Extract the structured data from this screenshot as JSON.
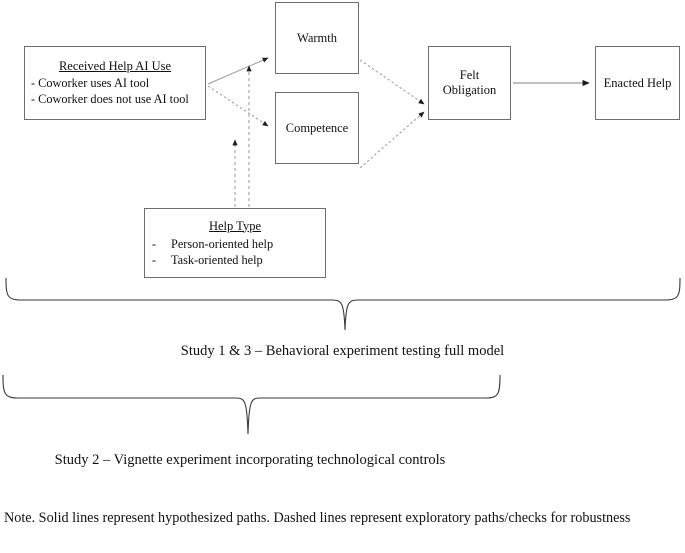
{
  "diagram": {
    "nodes": {
      "received_help": {
        "title": "Received Help AI Use",
        "bullets": [
          "- Coworker uses AI tool",
          "- Coworker does not use AI tool"
        ]
      },
      "warmth": {
        "label": "Warmth"
      },
      "competence": {
        "label": "Competence"
      },
      "felt_obligation": {
        "line1": "Felt",
        "line2": "Obligation"
      },
      "enacted_help": {
        "label": "Enacted Help"
      },
      "help_type": {
        "title": "Help Type",
        "dash": "-",
        "bullets": [
          "Person-oriented help",
          "Task-oriented help"
        ]
      }
    },
    "edges": [
      {
        "name": "received-help-to-warmth",
        "style": "solid",
        "from": "received_help",
        "to": "warmth"
      },
      {
        "name": "received-help-to-competence",
        "style": "dashed",
        "from": "received_help",
        "to": "competence"
      },
      {
        "name": "warmth-to-felt-obligation",
        "style": "dashed",
        "from": "warmth",
        "to": "felt_obligation"
      },
      {
        "name": "competence-to-felt-obligation",
        "style": "dashed",
        "from": "competence",
        "to": "felt_obligation"
      },
      {
        "name": "felt-obligation-to-enacted-help",
        "style": "solid",
        "from": "felt_obligation",
        "to": "enacted_help"
      },
      {
        "name": "help-type-to-received-help-path",
        "style": "dashed",
        "from": "help_type",
        "to": "received_help"
      },
      {
        "name": "help-type-to-competence-path",
        "style": "dashed",
        "from": "help_type",
        "to": "competence"
      }
    ],
    "braces": [
      {
        "name": "study-1-3-brace",
        "caption": "Study 1 & 3 – Behavioral experiment testing full model"
      },
      {
        "name": "study-2-brace",
        "caption": "Study 2 – Vignette experiment incorporating technological controls"
      }
    ],
    "note": "Note. Solid lines represent hypothesized paths. Dashed lines represent exploratory paths/checks for robustness",
    "colors": {
      "box_border": "#6e6e6e",
      "solid_line": "#9a9a9a",
      "dashed_line": "#9a9a9a",
      "brace_line": "#3a3a3a",
      "text": "#111111",
      "background": "#ffffff"
    }
  }
}
